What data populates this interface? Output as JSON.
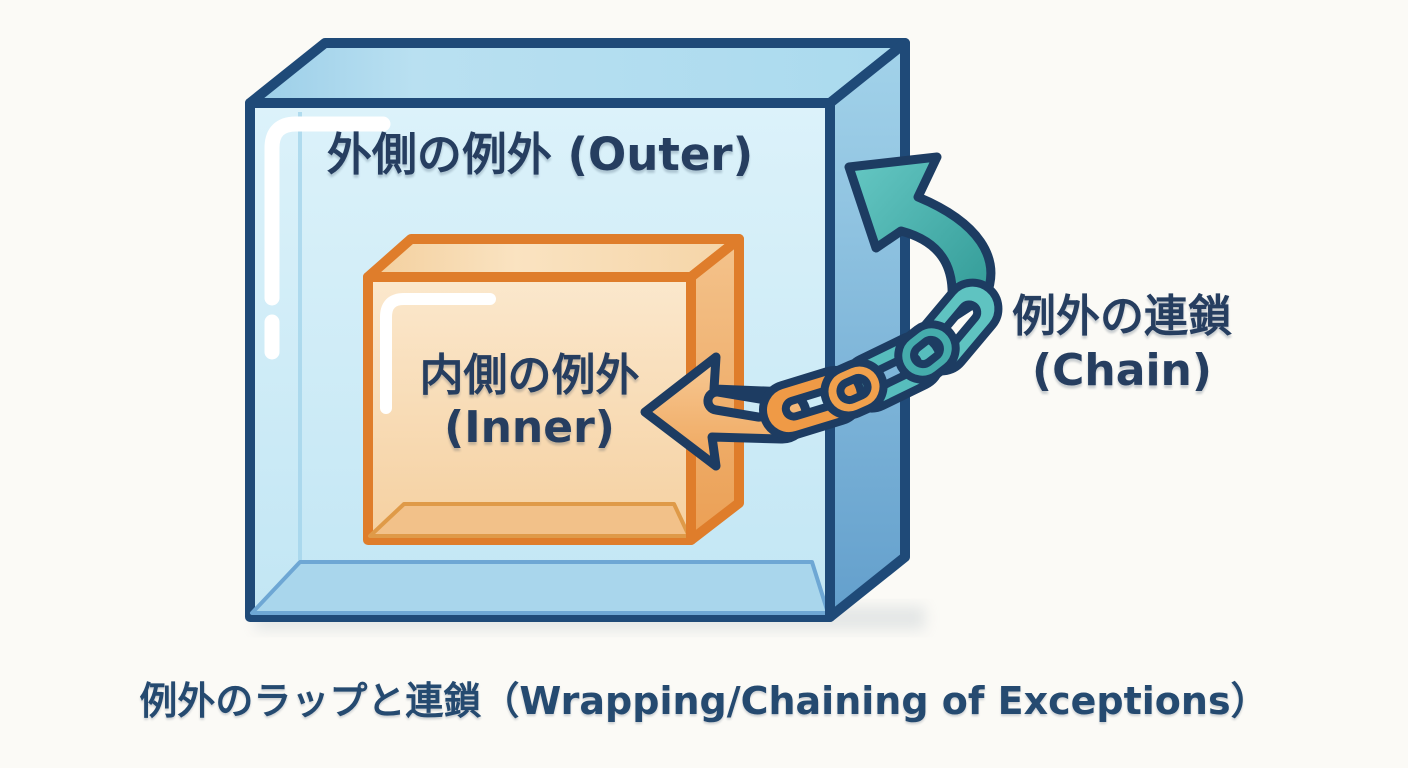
{
  "diagram": {
    "outer_box": {
      "label": "外側の例外 (Outer)"
    },
    "inner_box": {
      "label_line1": "内側の例外",
      "label_line2": "(Inner)"
    },
    "chain_label": {
      "line1": "例外の連鎖",
      "line2": "(Chain)"
    },
    "caption": "例外のラップと連鎖（Wrapping/Chaining of Exceptions）",
    "icons": {
      "teal_curved_arrow": "curved-arrow-up-left-icon",
      "orange_arrow": "arrow-left-icon",
      "chain": "chain-links-icon"
    },
    "colors": {
      "background": "#fbfaf6",
      "outline_navy": "#1f4a78",
      "text_navy": "#263e60",
      "outer_front_blue": "#cdeaf6",
      "outer_side_blue": "#6fa9d3",
      "inner_border_orange": "#df7d2b",
      "inner_front_orange": "#f8d9ad",
      "teal_arrow": "#45acaa",
      "orange_arrow": "#f0a254"
    }
  }
}
